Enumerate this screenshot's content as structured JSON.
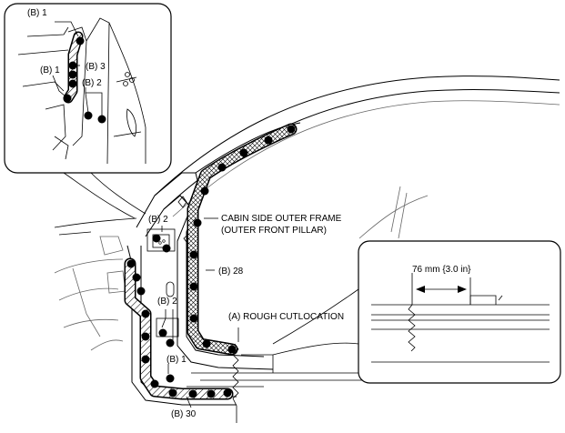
{
  "labels": {
    "b1_top": "(B) 1",
    "b3": "(B) 3",
    "b1_mid": "(B) 1",
    "b2_inset": "(B) 2",
    "b2_upper": "(B) 2",
    "cabin_line1": "CABIN SIDE OUTER FRAME",
    "cabin_line2": "(OUTER FRONT PILLAR)",
    "b28": "(B) 28",
    "b2_lower": "(B) 2",
    "rough_cut": "(A) ROUGH CUTLOCATION",
    "b1_lower": "(B) 1",
    "b30": "(B) 30",
    "dimension": "76 mm {3.0 in}"
  }
}
